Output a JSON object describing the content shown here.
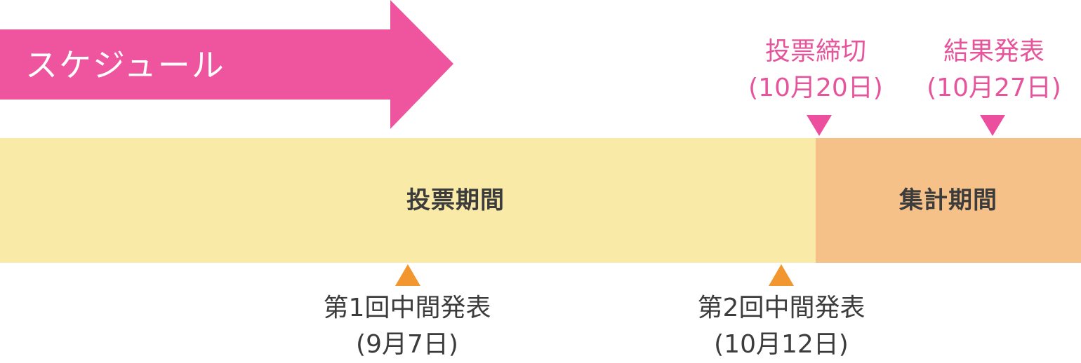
{
  "header": {
    "title": "スケジュール"
  },
  "periods": [
    {
      "label": "投票期間"
    },
    {
      "label": "集計期間"
    }
  ],
  "events_top": [
    {
      "title": "投票締切",
      "date": "(10月20日)"
    },
    {
      "title": "結果発表",
      "date": "(10月27日)"
    }
  ],
  "events_bottom": [
    {
      "title": "第1回中間発表",
      "date": "(9月7日)"
    },
    {
      "title": "第2回中間発表",
      "date": "(10月12日)"
    }
  ],
  "colors": {
    "header_arrow": "#ef559f",
    "voting_period": "#f9eaa8",
    "counting_period": "#f6c188",
    "top_marker": "#ec4f9d",
    "bottom_marker": "#f2962f",
    "top_text": "#e6559c",
    "bottom_text": "#3c3c3c"
  }
}
